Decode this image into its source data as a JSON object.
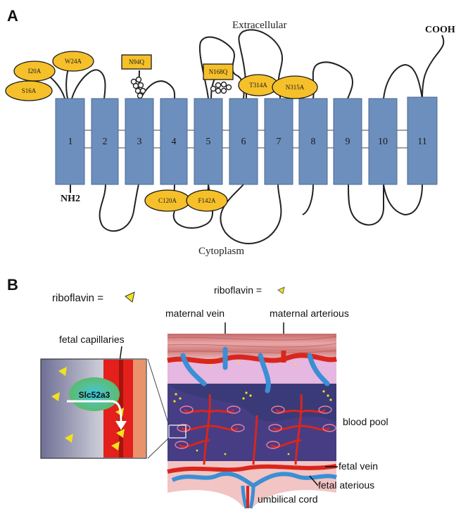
{
  "panel_a": {
    "label": "A",
    "extracellular": "Extracellular",
    "cytoplasm": "Cytoplasm",
    "cooh": "COOH",
    "nh2": "NH2",
    "helices": [
      "1",
      "2",
      "3",
      "4",
      "5",
      "6",
      "7",
      "8",
      "9",
      "10",
      "11"
    ],
    "mutations": {
      "I20A": "I20A",
      "W24A": "W24A",
      "S16A": "S16A",
      "N94Q": "N94Q",
      "N168Q": "N168Q",
      "T314A": "T314A",
      "N315A": "N315A",
      "C120A": "C120A",
      "F142A": "F142A"
    },
    "colors": {
      "helix": "#6d8fbd",
      "helix_edge": "#4a6a95",
      "mutation": "#f5c02a",
      "mutation_edge": "#1a1a1a"
    }
  },
  "panel_b": {
    "label": "B",
    "riboflavin_left": "riboflavin =",
    "riboflavin_right": "riboflavin =",
    "fetal_capillaries": "fetal capillaries",
    "transporter": "Slc52a3",
    "maternal_vein": "maternal vein",
    "maternal_arterious": "maternal arterious",
    "blood_pool": "blood pool",
    "fetal_vein": "fetal vein",
    "fetal_aterious": "fetal aterious",
    "umbilical_cord": "umbilical cord",
    "colors": {
      "riboflavin": "#f2e21a",
      "transporter": "#5cc270",
      "artery": "#d9261c",
      "vein": "#3b8fd4",
      "pool": "#3a3a78"
    }
  }
}
